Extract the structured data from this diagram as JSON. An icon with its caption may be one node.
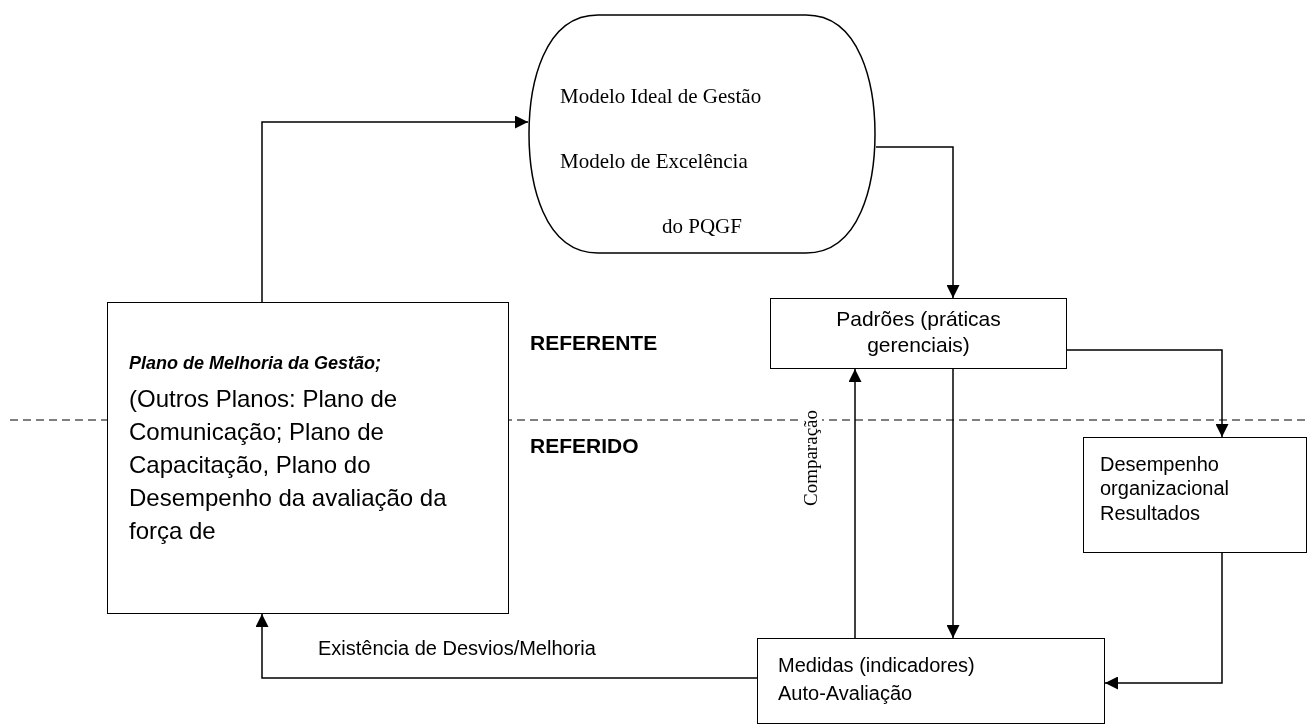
{
  "diagram": {
    "nodes": [
      {
        "text": [
          "Modelo Ideal de Gestão",
          "Modelo de Excelência",
          "do PQGF"
        ]
      },
      {
        "text": [
          "Plano de Melhoria da Gestão;",
          "(Outros Planos: Plano de Comunicação; Plano de Capacitação, Plano do Desempenho da avaliação da força de"
        ]
      },
      {
        "text": [
          "Padrões (práticas gerenciais)"
        ]
      },
      {
        "text": [
          "Desempenho organizacional Resultados"
        ]
      },
      {
        "text": [
          "Medidas (indicadores) Auto-Avaliação"
        ]
      }
    ],
    "edges": [
      {
        "from": 1,
        "to": 0,
        "arrow": "to"
      },
      {
        "from": 0,
        "to": 2,
        "arrow": "to"
      },
      {
        "from": 2,
        "to": 3,
        "arrow": "to"
      },
      {
        "from": 3,
        "to": 4,
        "arrow": "to"
      },
      {
        "from": 4,
        "to": 1,
        "arrow": "to",
        "label": "Existência de Desvios/Melhoria"
      },
      {
        "from": 4,
        "to": 2,
        "arrow": "to",
        "label": "Comparação"
      },
      {
        "from": 2,
        "to": 4,
        "arrow": "to"
      }
    ],
    "labels": [
      "REFERENTE",
      "REFERIDO"
    ]
  }
}
